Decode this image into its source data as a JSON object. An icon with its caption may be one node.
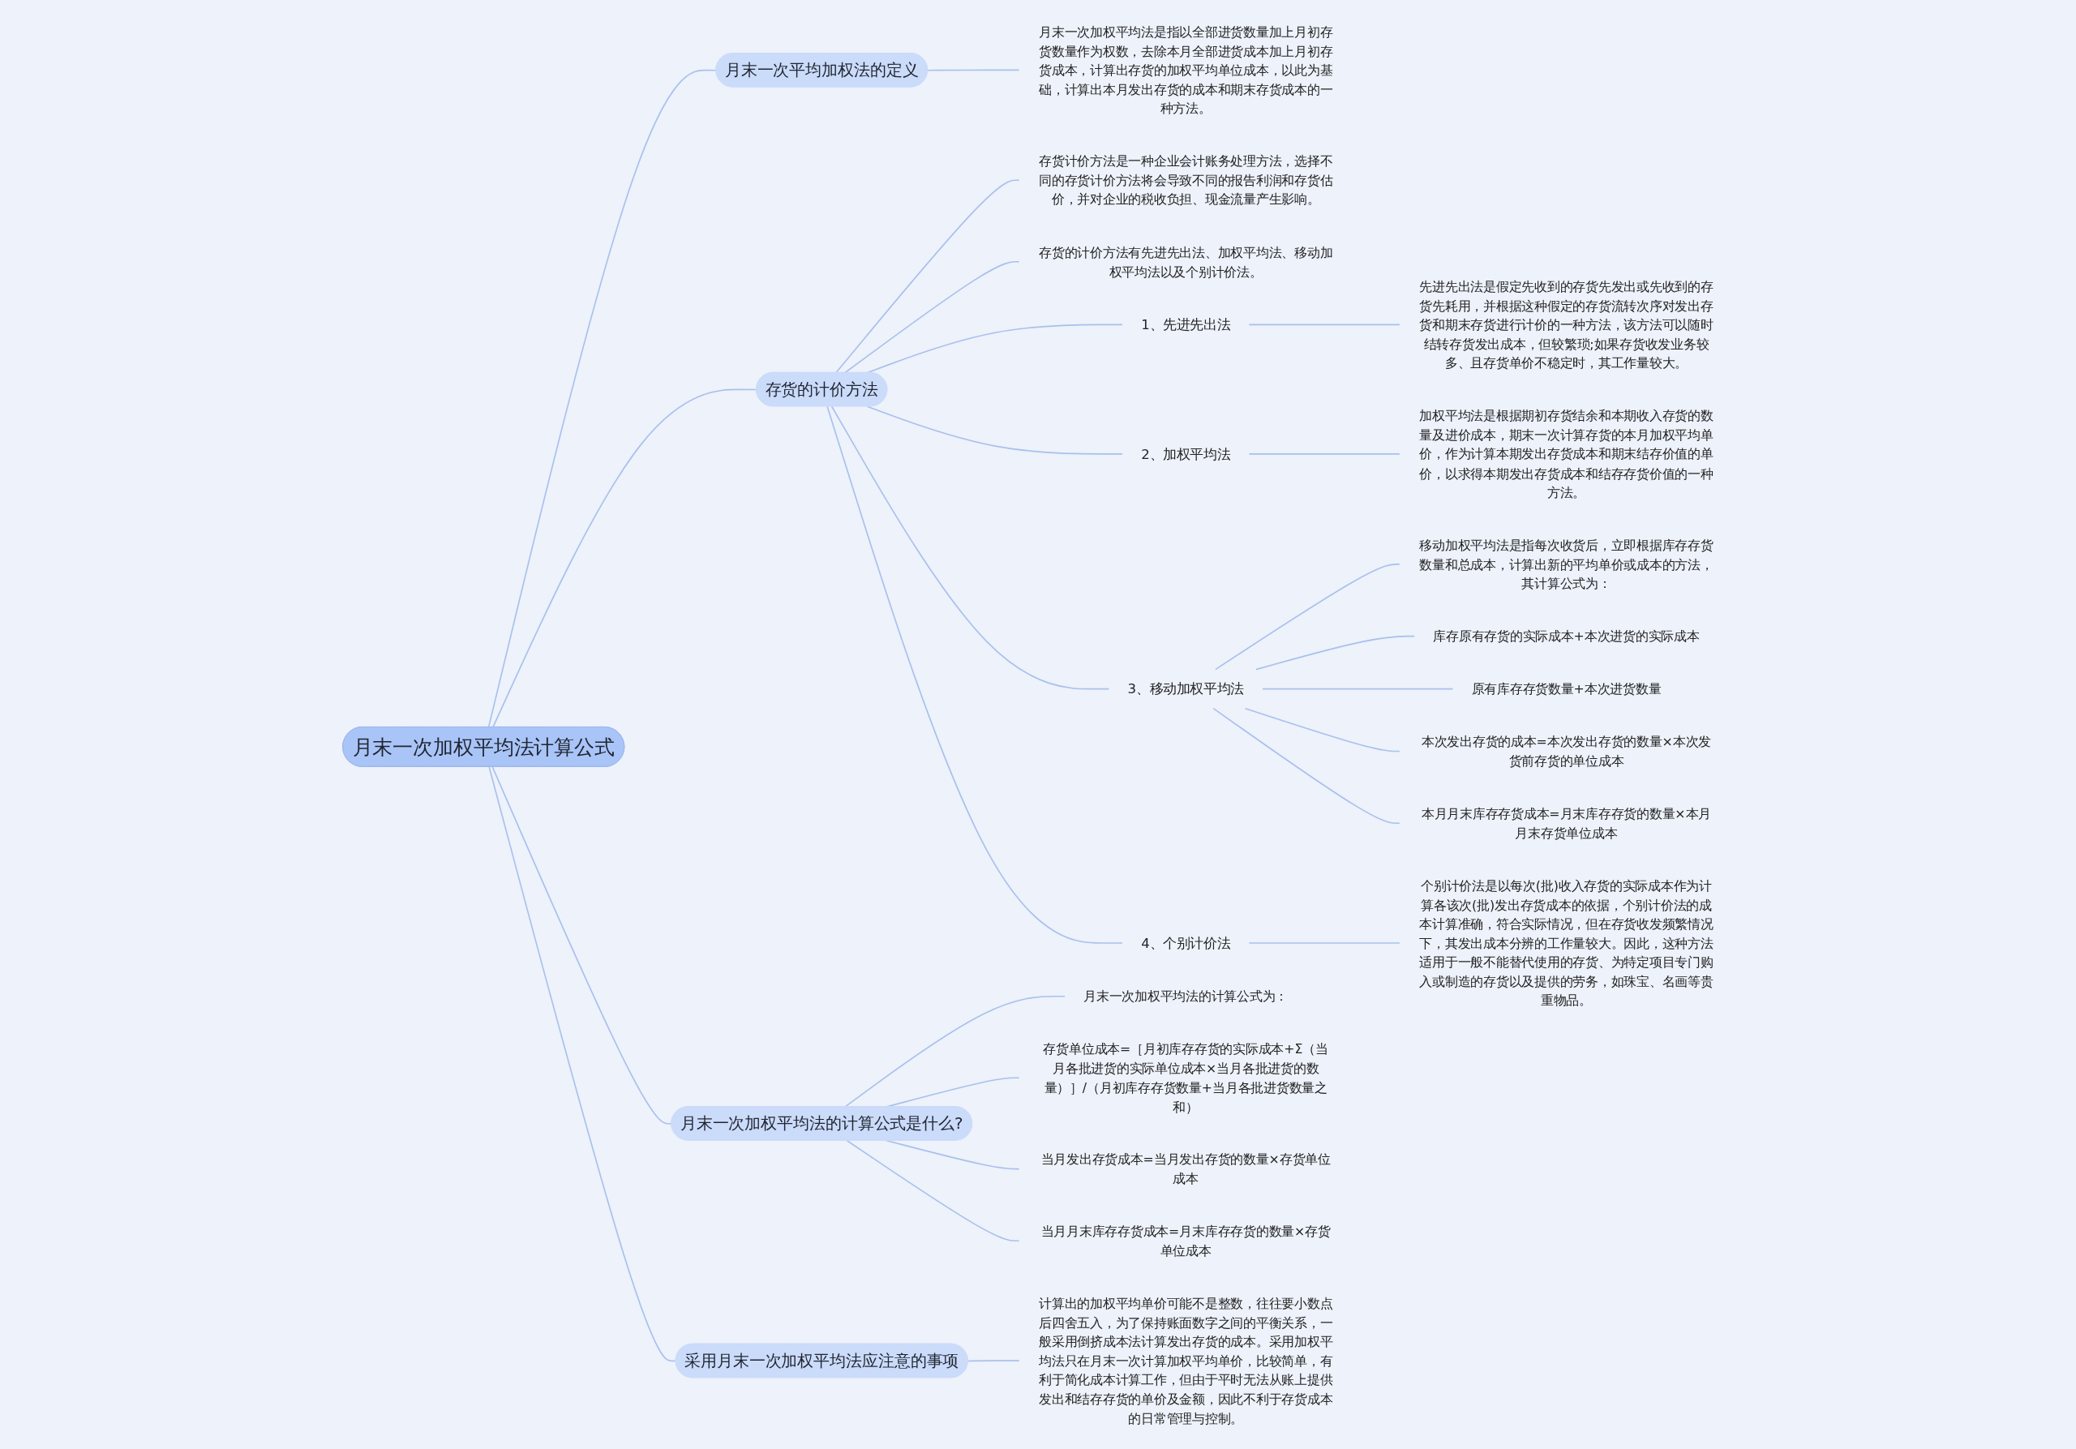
{
  "diagram": {
    "nodes": [
      {
        "text": [
          "月末一次加权平均法计算公式"
        ]
      },
      {
        "text": [
          "月末一次平均加权法的定义"
        ]
      },
      {
        "text": [
          "月末一次加权平均法是指以全部进货数量加上月初存货数量作为权数，去除本月全部进货成本加上月初存货成本，计算出存货的加权平均单位成本，以此为基础，计算出本月发出存货的成本和期末存货成本的一种方法。"
        ]
      },
      {
        "text": [
          "存货的计价方法"
        ]
      },
      {
        "text": [
          "存货计价方法是一种企业会计账务处理方法，选择不同的存货计价方法将会导致不同的报告利润和存货估价，并对企业的税收负担、现金流量产生影响。"
        ]
      },
      {
        "text": [
          "存货的计价方法有先进先出法、加权平均法、移动加权平均法以及个别计价法。"
        ]
      },
      {
        "text": [
          "1、先进先出法"
        ]
      },
      {
        "text": [
          "先进先出法是假定先收到的存货先发出或先收到的存货先耗用，并根据这种假定的存货流转次序对发出存货和期末存货进行计价的一种方法，该方法可以随时结转存货发出成本，但较繁琐;如果存货收发业务较多、且存货单价不稳定时，其工作量较大。"
        ]
      },
      {
        "text": [
          "2、加权平均法"
        ]
      },
      {
        "text": [
          "加权平均法是根据期初存货结余和本期收入存货的数量及进价成本，期末一次计算存货的本月加权平均单价，作为计算本期发出存货成本和期末结存价值的单价，以求得本期发出存货成本和结存存货价值的一种方法。"
        ]
      },
      {
        "text": [
          "3、移动加权平均法"
        ]
      },
      {
        "text": [
          "移动加权平均法是指每次收货后，立即根据库存存货数量和总成本，计算出新的平均单价或成本的方法，其计算公式为："
        ]
      },
      {
        "text": [
          "库存原有存货的实际成本+本次进货的实际成本"
        ]
      },
      {
        "text": [
          "原有库存存货数量+本次进货数量"
        ]
      },
      {
        "text": [
          "本次发出存货的成本=本次发出存货的数量×本次发货前存货的单位成本"
        ]
      },
      {
        "text": [
          "本月月末库存存货成本=月末库存存货的数量×本月月末存货单位成本"
        ]
      },
      {
        "text": [
          "4、个别计价法"
        ]
      },
      {
        "text": [
          "个别计价法是以每次(批)收入存货的实际成本作为计算各该次(批)发出存货成本的依据，个别计价法的成本计算准确，符合实际情况，但在存货收发频繁情况下，其发出成本分辨的工作量较大。因此，这种方法适用于一般不能替代使用的存货、为特定项目专门购入或制造的存货以及提供的劳务，如珠宝、名画等贵重物品。"
        ]
      },
      {
        "text": [
          "月末一次加权平均法的计算公式是什么?"
        ]
      },
      {
        "text": [
          "月末一次加权平均法的计算公式为："
        ]
      },
      {
        "text": [
          "存货单位成本=［月初库存存货的实际成本+Σ（当月各批进货的实际单位成本×当月各批进货的数量）］/（月初库存存货数量+当月各批进货数量之和）"
        ]
      },
      {
        "text": [
          "当月发出存货成本=当月发出存货的数量×存货单位成本"
        ]
      },
      {
        "text": [
          "当月月末库存存货成本=月末库存存货的数量×存货单位成本"
        ]
      },
      {
        "text": [
          "采用月末一次加权平均法应注意的事项"
        ]
      },
      {
        "text": [
          "计算出的加权平均单价可能不是整数，往往要小数点后四舍五入，为了保持账面数字之间的平衡关系，一般采用倒挤成本法计算发出存货的成本。采用加权平均法只在月末一次计算加权平均单价，比较简单，有利于简化成本计算工作，但由于平时无法从账上提供发出和结存存货的单价及金额，因此不利于存货成本的日常管理与控制。"
        ]
      }
    ],
    "edges": [
      {
        "from": 0,
        "to": 1,
        "arrow": "none"
      },
      {
        "from": 1,
        "to": 2,
        "arrow": "none"
      },
      {
        "from": 0,
        "to": 3,
        "arrow": "none"
      },
      {
        "from": 3,
        "to": 4,
        "arrow": "none"
      },
      {
        "from": 3,
        "to": 5,
        "arrow": "none"
      },
      {
        "from": 3,
        "to": 6,
        "arrow": "none"
      },
      {
        "from": 6,
        "to": 7,
        "arrow": "none"
      },
      {
        "from": 3,
        "to": 8,
        "arrow": "none"
      },
      {
        "from": 8,
        "to": 9,
        "arrow": "none"
      },
      {
        "from": 3,
        "to": 10,
        "arrow": "none"
      },
      {
        "from": 10,
        "to": 11,
        "arrow": "none"
      },
      {
        "from": 10,
        "to": 12,
        "arrow": "none"
      },
      {
        "from": 10,
        "to": 13,
        "arrow": "none"
      },
      {
        "from": 10,
        "to": 14,
        "arrow": "none"
      },
      {
        "from": 10,
        "to": 15,
        "arrow": "none"
      },
      {
        "from": 3,
        "to": 16,
        "arrow": "none"
      },
      {
        "from": 16,
        "to": 17,
        "arrow": "none"
      },
      {
        "from": 0,
        "to": 18,
        "arrow": "none"
      },
      {
        "from": 18,
        "to": 19,
        "arrow": "none"
      },
      {
        "from": 18,
        "to": 20,
        "arrow": "none"
      },
      {
        "from": 18,
        "to": 21,
        "arrow": "none"
      },
      {
        "from": 18,
        "to": 22,
        "arrow": "none"
      },
      {
        "from": 0,
        "to": 23,
        "arrow": "none"
      },
      {
        "from": 23,
        "to": 24,
        "arrow": "none"
      }
    ]
  }
}
